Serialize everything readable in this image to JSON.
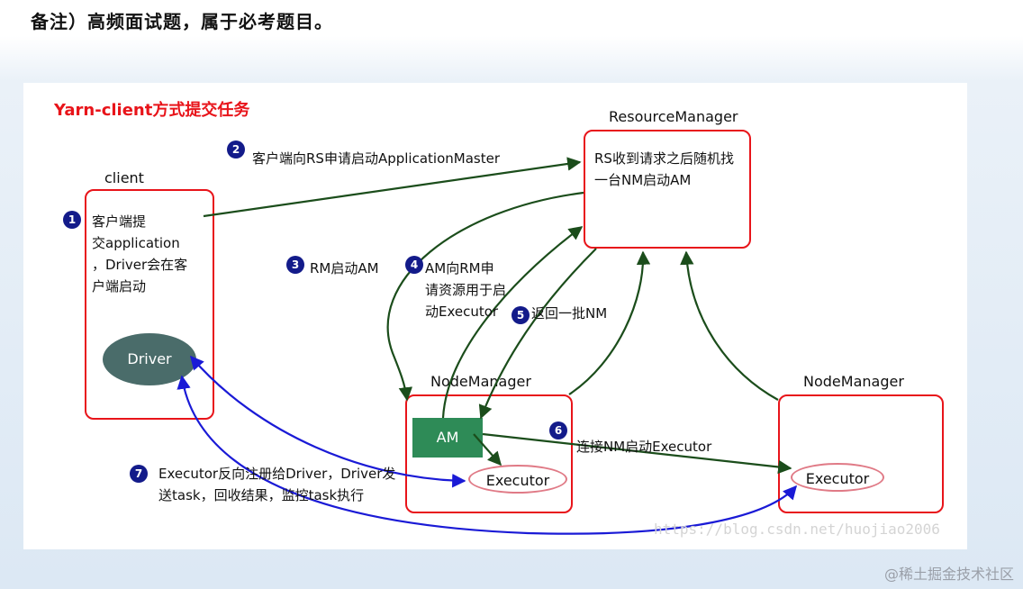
{
  "page_heading": "备注）高频面试题，属于必考题目。",
  "diagram": {
    "title": "Yarn-client方式提交任务",
    "nodes": {
      "client": {
        "label": "client",
        "text_lines": [
          "客户端提",
          "交application",
          "，Driver会在客",
          "户端启动"
        ],
        "driver": "Driver"
      },
      "resource_manager": {
        "label": "ResourceManager",
        "text_lines": [
          "RS收到请求之后随机找",
          "一台NM启动AM"
        ]
      },
      "node_manager_1": {
        "label": "NodeManager",
        "am": "AM",
        "executor": "Executor"
      },
      "node_manager_2": {
        "label": "NodeManager",
        "executor": "Executor"
      }
    },
    "steps": [
      {
        "num": "1"
      },
      {
        "num": "2",
        "text": "客户端向RS申请启动ApplicationMaster"
      },
      {
        "num": "3",
        "text": "RM启动AM"
      },
      {
        "num": "4",
        "text_lines": [
          "AM向RM申",
          "请资源用于启",
          "动Executor"
        ]
      },
      {
        "num": "5",
        "text": "返回一批NM"
      },
      {
        "num": "6",
        "text": "连接NM启动Executor"
      },
      {
        "num": "7",
        "text_lines": [
          "Executor反向注册给Driver，Driver发",
          "送task，回收结果，监控task执行"
        ]
      }
    ],
    "watermark": "https://blog.csdn.net/huojiao2006",
    "colors": {
      "border": "#e8141a",
      "arrow_green": "#1b4d1b",
      "arrow_blue": "#1a1ad6",
      "badge": "#131b8a",
      "driver": "#4a6c6a",
      "am": "#2e8b57"
    }
  },
  "site_watermark": "@稀土掘金技术社区"
}
